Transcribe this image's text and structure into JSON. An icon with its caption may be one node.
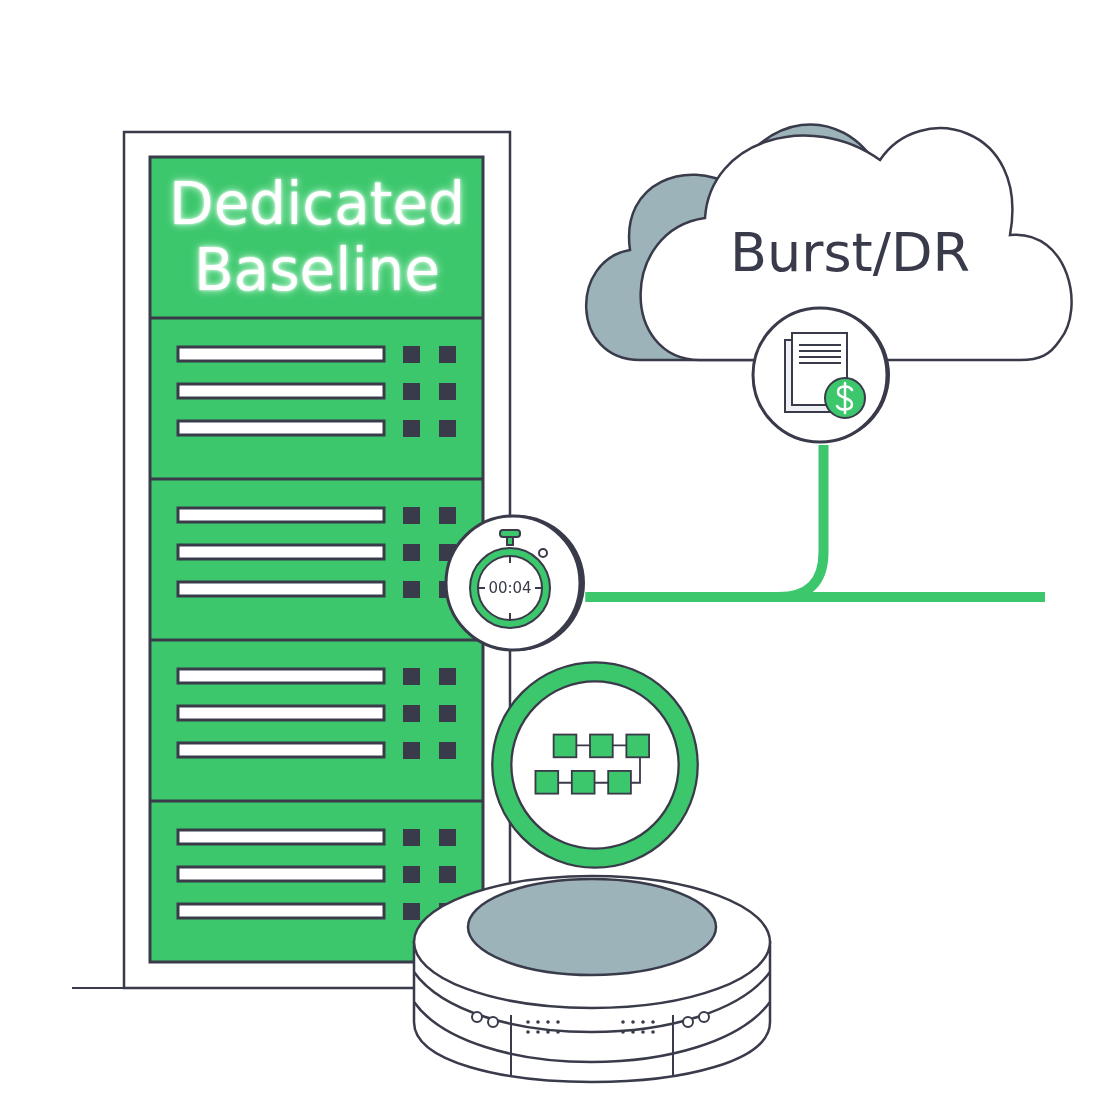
{
  "diagram": {
    "nodes": [
      {
        "text": [
          "Dedicated Baseline"
        ]
      },
      {
        "text": [
          "Burst/DR"
        ]
      },
      {
        "text": [],
        "shape": "circle"
      },
      {
        "text": [
          "00:04"
        ]
      },
      {
        "text": [],
        "shape": "circle"
      },
      {
        "text": [],
        "shape": "cylinder"
      }
    ],
    "edges": [
      {
        "from": 2,
        "to": 3,
        "arrow": "none"
      },
      {
        "from": 3,
        "to": null,
        "arrow": "none"
      }
    ]
  }
}
